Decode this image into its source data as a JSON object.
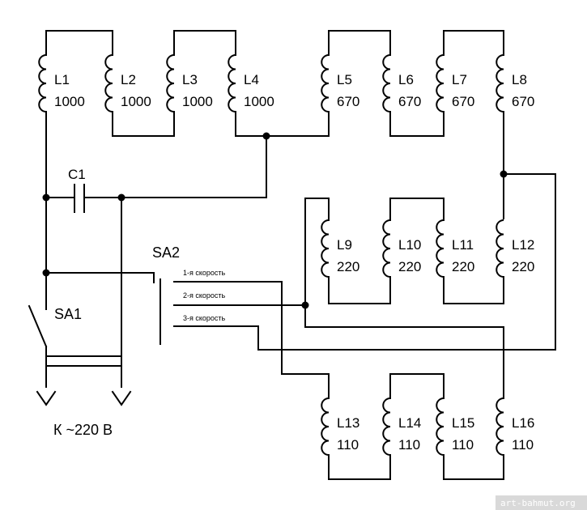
{
  "coils": [
    {
      "name": "L1",
      "value": "1000"
    },
    {
      "name": "L2",
      "value": "1000"
    },
    {
      "name": "L3",
      "value": "1000"
    },
    {
      "name": "L4",
      "value": "1000"
    },
    {
      "name": "L5",
      "value": "670"
    },
    {
      "name": "L6",
      "value": "670"
    },
    {
      "name": "L7",
      "value": "670"
    },
    {
      "name": "L8",
      "value": "670"
    },
    {
      "name": "L9",
      "value": "220"
    },
    {
      "name": "L10",
      "value": "220"
    },
    {
      "name": "L11",
      "value": "220"
    },
    {
      "name": "L12",
      "value": "220"
    },
    {
      "name": "L13",
      "value": "110"
    },
    {
      "name": "L14",
      "value": "110"
    },
    {
      "name": "L15",
      "value": "110"
    },
    {
      "name": "L16",
      "value": "110"
    }
  ],
  "capacitor": {
    "name": "C1"
  },
  "switch1": {
    "name": "SA1"
  },
  "switch2": {
    "name": "SA2",
    "positions": [
      "1-я скорость",
      "2-я скорость",
      "3-я скорость"
    ]
  },
  "supply": {
    "label": "К ~220 В"
  },
  "watermark": {
    "text": "art-bahmut.org"
  }
}
